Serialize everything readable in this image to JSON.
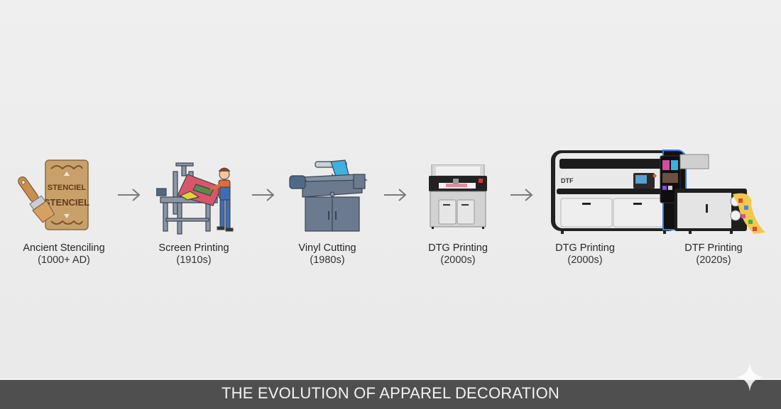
{
  "title": "THE EVOLUTION OF APPAREL DECORATION",
  "colors": {
    "background": "#ececec",
    "footer": "#4f4f4f",
    "footer_text": "#f2f2f2",
    "arrow": "#7a7a7a",
    "stencil_wood": "#c9a06a",
    "machine_slate": "#6b7a8f",
    "vinyl_blue": "#3fb0e0",
    "accent_glow": "#2f7cf0"
  },
  "timeline": {
    "steps": [
      {
        "id": "ancient-stenciling",
        "name": "Ancient Stenciling",
        "era": "(1000+ AD)",
        "icon": "stencil-and-brush-icon",
        "icon_text": [
          "STENCIEL",
          "STENCIEL"
        ]
      },
      {
        "id": "screen-printing",
        "name": "Screen Printing",
        "era": "(1910s)",
        "icon": "screen-printing-press-icon"
      },
      {
        "id": "vinyl-cutting",
        "name": "Vinyl Cutting",
        "era": "(1980s)",
        "icon": "vinyl-cutter-icon"
      },
      {
        "id": "dtg-printing-1",
        "name": "DTG Printing",
        "era": "(2000s)",
        "icon": "dtg-printer-icon"
      },
      {
        "id": "dtg-printing-2",
        "name": "DTG Printing",
        "era": "(2000s)",
        "icon": "dtf-printer-icon",
        "icon_text": "DTF"
      },
      {
        "id": "dtf-printing",
        "name": "DTF Printing",
        "era": "(2020s)",
        "icon": "dtf-film-roll-icon"
      }
    ],
    "arrows": [
      "arrow-right-icon",
      "arrow-right-icon",
      "arrow-right-icon",
      "arrow-right-icon"
    ]
  },
  "watermark": "sparkle-icon"
}
